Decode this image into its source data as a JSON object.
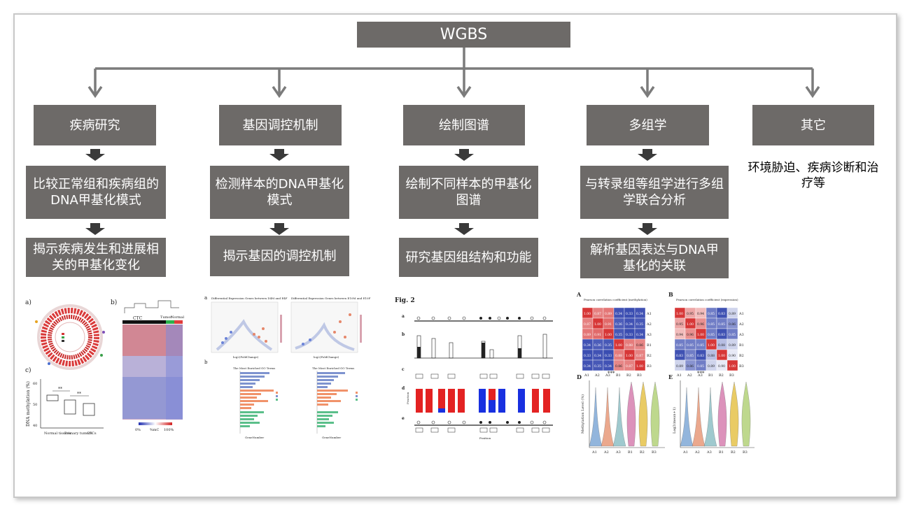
{
  "root": {
    "label": "WGBS"
  },
  "columns": [
    {
      "category": "疾病研究",
      "step1": "比较正常组和疾病组的DNA甲基化模式",
      "step2": "揭示疾病发生和进展相关的甲基化变化"
    },
    {
      "category": "基因调控机制",
      "step1": "检测样本的DNA甲基化模式",
      "step2": "揭示基因的调控机制"
    },
    {
      "category": "绘制图谱",
      "step1": "绘制不同样本的甲基化图谱",
      "step2": "研究基因组结构和功能"
    },
    {
      "category": "多组学",
      "step1": "与转录组等组学进行多组学联合分析",
      "step2": "解析基因表达与DNA甲基化的关联"
    },
    {
      "category": "其它",
      "note": "环境胁迫、疾病诊断和治疗等"
    }
  ],
  "figures": {
    "disease": {
      "panel_a": "a)",
      "panel_b": "b)",
      "panel_c": "c)",
      "ylabel": "DNA methylation (%)",
      "xcats": [
        "Normal tissues",
        "Primary tumors",
        "CTCs"
      ],
      "yticks": [
        "60",
        "50",
        "40"
      ],
      "heat_groups": [
        "CTC",
        "Tumor",
        "Normal"
      ],
      "heat_scale": [
        "0%",
        "%mC",
        "100%"
      ],
      "sig": "**"
    },
    "regulation": {
      "panel_a": "a",
      "panel_b": "b",
      "volcano_titles": [
        "Differential Expression Genes between D4M and E4F",
        "Differential Expression Genes between E10M and E10F"
      ],
      "volcano_xlabel": "log2(FoldChange)",
      "go_title": "The Most Enriched GO Terms",
      "go_xlabel": "GeneNumber"
    },
    "map": {
      "title": "Fig. 2",
      "rows": [
        "a",
        "b",
        "c",
        "d",
        "e"
      ],
      "xlabel": "Position",
      "ylabel": "Fraction"
    },
    "omics": {
      "panel_a": "A",
      "panel_b": "B",
      "panel_d": "D",
      "panel_e": "E",
      "title_a": "Pearson correlation coefficient (methylation)",
      "title_b": "Pearson correlation coefficient (expression)",
      "samples": [
        "A1",
        "A2",
        "A3",
        "B1",
        "B2",
        "B3"
      ],
      "sig": "***",
      "ylabel_d": "Methylation Level (%)",
      "ylabel_e": "Log2(mean+1)",
      "matrix_a": [
        [
          1.0,
          0.87,
          0.89,
          0.34,
          0.33,
          0.34
        ],
        [
          0.87,
          1.0,
          0.91,
          0.36,
          0.34,
          0.35
        ],
        [
          0.89,
          0.91,
          1.0,
          0.35,
          0.33,
          0.34
        ],
        [
          0.34,
          0.36,
          0.35,
          1.0,
          0.88,
          0.86
        ],
        [
          0.33,
          0.34,
          0.33,
          0.88,
          1.0,
          0.87
        ],
        [
          0.34,
          0.35,
          0.34,
          0.86,
          0.87,
          1.0
        ]
      ],
      "matrix_b": [
        [
          1.0,
          0.95,
          0.94,
          0.85,
          0.83,
          0.89
        ],
        [
          0.95,
          1.0,
          0.96,
          0.85,
          0.85,
          0.86
        ],
        [
          0.94,
          0.96,
          1.0,
          0.85,
          0.83,
          0.85
        ],
        [
          0.85,
          0.85,
          0.85,
          1.0,
          0.88,
          0.89
        ],
        [
          0.83,
          0.85,
          0.83,
          0.88,
          1.0,
          0.9
        ],
        [
          0.89,
          0.86,
          0.85,
          0.89,
          0.9,
          1.0
        ]
      ]
    }
  }
}
